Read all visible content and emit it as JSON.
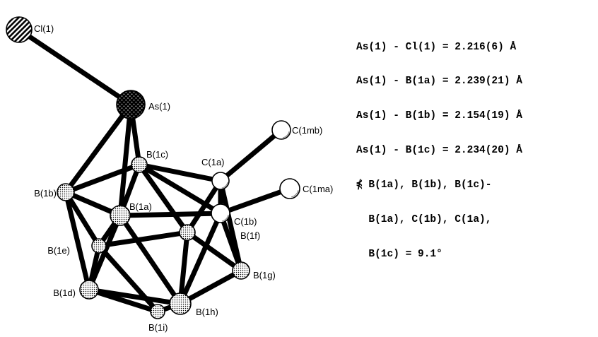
{
  "atoms": [
    {
      "id": "Cl1",
      "label": "Cl(1)",
      "fill": "hatch"
    },
    {
      "id": "As1",
      "label": "As(1)",
      "fill": "cross"
    },
    {
      "id": "Cmb",
      "label": "C(1mb)",
      "fill": "plain"
    },
    {
      "id": "Cma",
      "label": "C(1ma)",
      "fill": "plain"
    },
    {
      "id": "B1c",
      "label": "B(1c)",
      "fill": "dots"
    },
    {
      "id": "C1a",
      "label": "C(1a)",
      "fill": "plain"
    },
    {
      "id": "B1b",
      "label": "B(1b)",
      "fill": "dots"
    },
    {
      "id": "B1a",
      "label": "B(1a)",
      "fill": "dots"
    },
    {
      "id": "C1b",
      "label": "C(1b)",
      "fill": "plain"
    },
    {
      "id": "B1f",
      "label": "B(1f)",
      "fill": "dots"
    },
    {
      "id": "B1e",
      "label": "B(1e)",
      "fill": "dots"
    },
    {
      "id": "B1g",
      "label": "B(1g)",
      "fill": "dots"
    },
    {
      "id": "B1d",
      "label": "B(1d)",
      "fill": "dots"
    },
    {
      "id": "B1h",
      "label": "B(1h)",
      "fill": "dots"
    },
    {
      "id": "B1i",
      "label": "B(1i)",
      "fill": "dots"
    }
  ],
  "bonds": [
    [
      "As1",
      "Cl1"
    ],
    [
      "As1",
      "B1a"
    ],
    [
      "As1",
      "B1b"
    ],
    [
      "As1",
      "B1c"
    ],
    [
      "C1a",
      "Cmb"
    ],
    [
      "C1b",
      "Cma"
    ],
    [
      "B1b",
      "B1c"
    ],
    [
      "B1c",
      "C1a"
    ],
    [
      "C1a",
      "C1b"
    ],
    [
      "C1b",
      "B1a"
    ],
    [
      "B1a",
      "B1b"
    ],
    [
      "B1c",
      "B1a"
    ],
    [
      "B1b",
      "B1e"
    ],
    [
      "B1b",
      "B1d"
    ],
    [
      "B1a",
      "B1e"
    ],
    [
      "B1a",
      "B1d"
    ],
    [
      "B1a",
      "B1h"
    ],
    [
      "C1a",
      "B1f"
    ],
    [
      "C1a",
      "B1g"
    ],
    [
      "C1b",
      "B1g"
    ],
    [
      "C1b",
      "B1h"
    ],
    [
      "B1e",
      "B1f"
    ],
    [
      "B1e",
      "B1d"
    ],
    [
      "B1e",
      "B1i"
    ],
    [
      "B1f",
      "B1g"
    ],
    [
      "B1f",
      "B1h"
    ],
    [
      "B1g",
      "B1h"
    ],
    [
      "B1d",
      "B1h"
    ],
    [
      "B1d",
      "B1i"
    ],
    [
      "B1h",
      "B1i"
    ],
    [
      "B1c",
      "B1f"
    ],
    [
      "B1c",
      "C1b"
    ],
    [
      "B1b",
      "B1a"
    ]
  ],
  "info_lines": [
    "As(1) - Cl(1) = 2.216(6) Å",
    "As(1) - B(1a) = 2.239(21) Å",
    "As(1) - B(1b) = 2.154(19) Å",
    "As(1) - B(1c) = 2.234(20) Å",
    "⋠ B(1a), B(1b), B(1c)-",
    "  B(1a), C(1b), C(1a),",
    "  B(1c) = 9.1°"
  ]
}
